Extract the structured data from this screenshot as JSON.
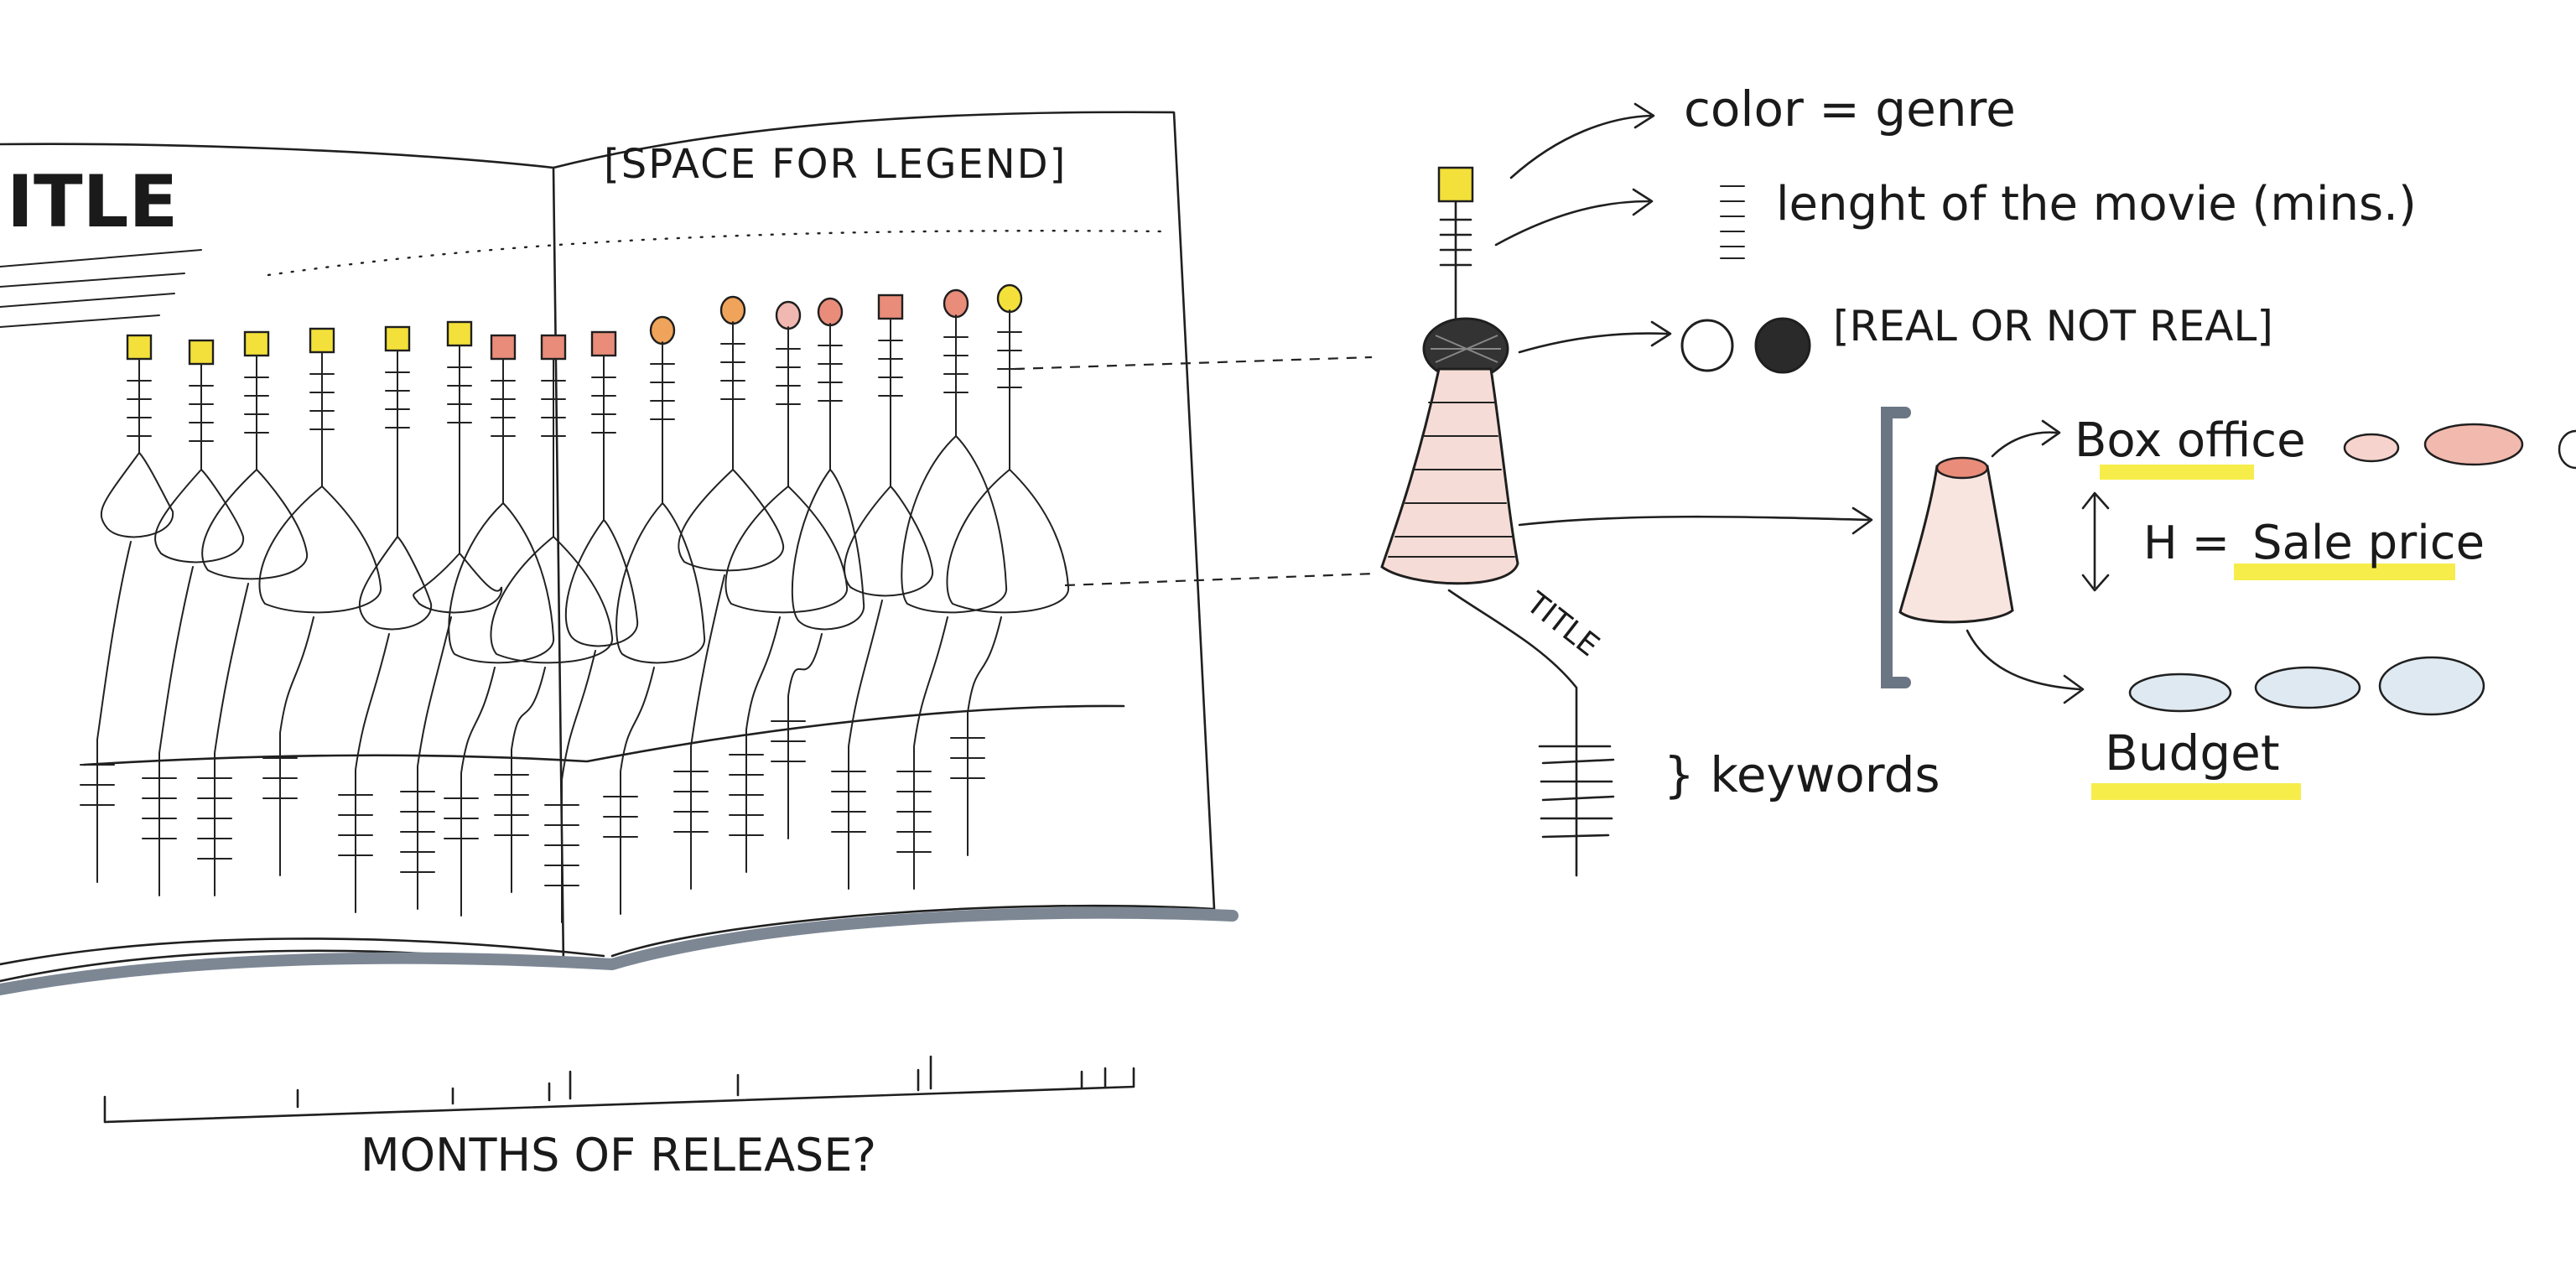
{
  "book": {
    "title_fragment": "ITLE",
    "legend_placeholder": "[SPACE FOR LEGEND]"
  },
  "axis": {
    "label": "MONTHS OF RELEASE?"
  },
  "legend": {
    "color": "color = genre",
    "length": "lenght of the movie (mins.)",
    "real": "[REAL OR NOT REAL]",
    "title_word": "TITLE",
    "keywords": "} keywords",
    "box_office": "Box office",
    "height": "H =",
    "sale_price": "Sale price",
    "budget": "Budget"
  },
  "colors": {
    "ink": "#1f1f1f",
    "genre_yellow": "#f3e03a",
    "genre_orange": "#f0a35a",
    "genre_salmon": "#e98c7a",
    "genre_pink": "#f0b8b0",
    "highlighter": "#f4ea2a",
    "book_shadow": "#7d8794",
    "budget_blue": "#cfe0ec"
  }
}
